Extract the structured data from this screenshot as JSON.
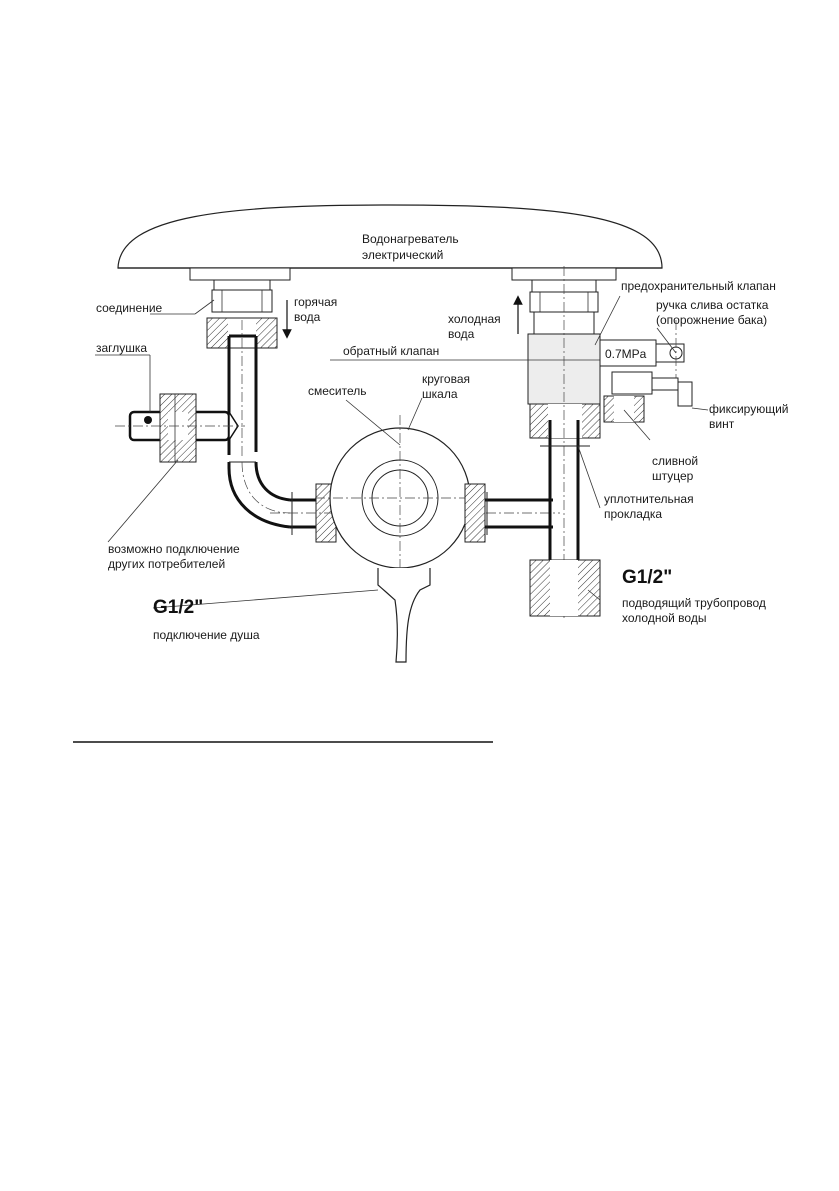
{
  "labels": {
    "heater": "Водонагреватель",
    "heater_sub": "электрический",
    "connection": "соединение",
    "hot_water_1": "горячая",
    "hot_water_2": "вода",
    "cold_water_1": "холодная",
    "cold_water_2": "вода",
    "safety_valve": "предохранительный клапан",
    "drain_handle_1": "ручка слива остатка",
    "drain_handle_2": "(опорожнение бака)",
    "plug": "заглушка",
    "check_valve": "обратный клапан",
    "pressure": "0.7MPa",
    "mixer": "смеситель",
    "scale_1": "круговая",
    "scale_2": "шкала",
    "fixing_screw_1": "фиксирующий",
    "fixing_screw_2": "винт",
    "drain_fitting_1": "сливной",
    "drain_fitting_2": "штуцер",
    "gasket_1": "уплотнительная",
    "gasket_2": "прокладка",
    "consumers_1": "возможно подключение",
    "consumers_2": "других потребителей",
    "thread_left": "G1/2\"",
    "shower": "подключение душа",
    "thread_right": "G1/2\"",
    "supply_1": "подводящий трубопровод",
    "supply_2": "холодной воды"
  }
}
